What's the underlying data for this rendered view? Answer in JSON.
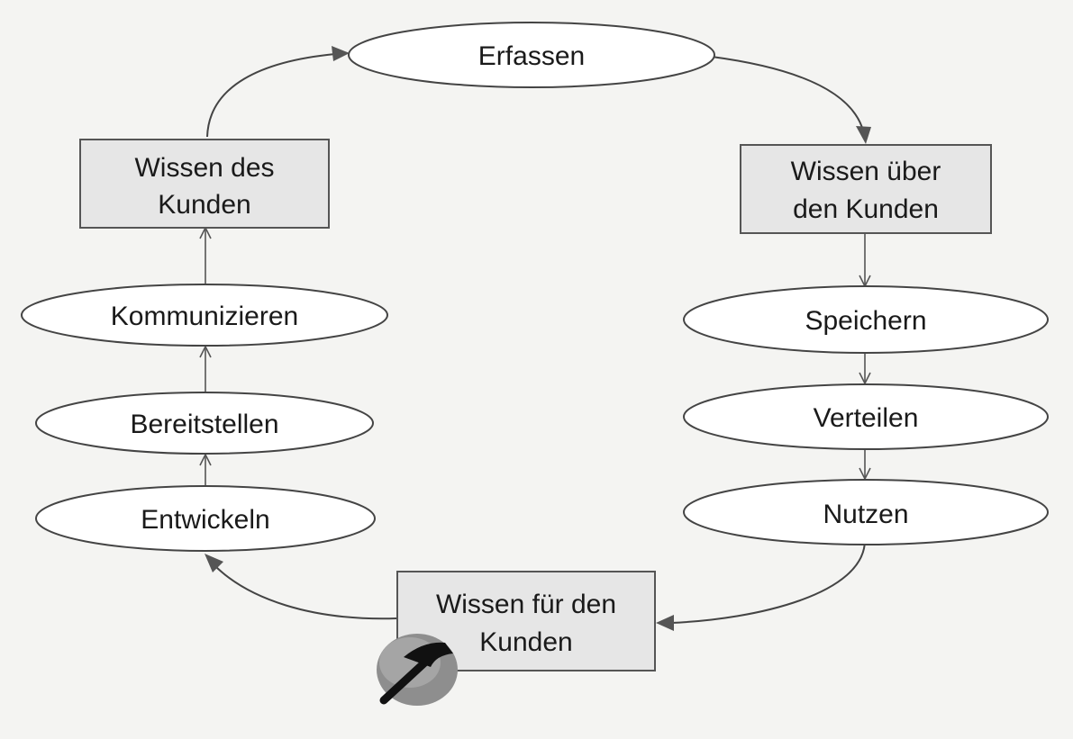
{
  "nodes": {
    "erfassen": "Erfassen",
    "wissen_ueber": [
      "Wissen über",
      "den Kunden"
    ],
    "speichern": "Speichern",
    "verteilen": "Verteilen",
    "nutzen": "Nutzen",
    "wissen_fuer": [
      "Wissen für den",
      "Kunden"
    ],
    "entwickeln": "Entwickeln",
    "bereitstellen": "Bereitstellen",
    "kommunizieren": "Kommunizieren",
    "wissen_des": [
      "Wissen des",
      "Kunden"
    ]
  },
  "icons": {
    "hammer": "hammer-icon"
  },
  "colors": {
    "box_fill": "#e6e6e6",
    "ellipse_fill": "#ffffff",
    "line": "#444444",
    "background": "#f4f4f2"
  }
}
